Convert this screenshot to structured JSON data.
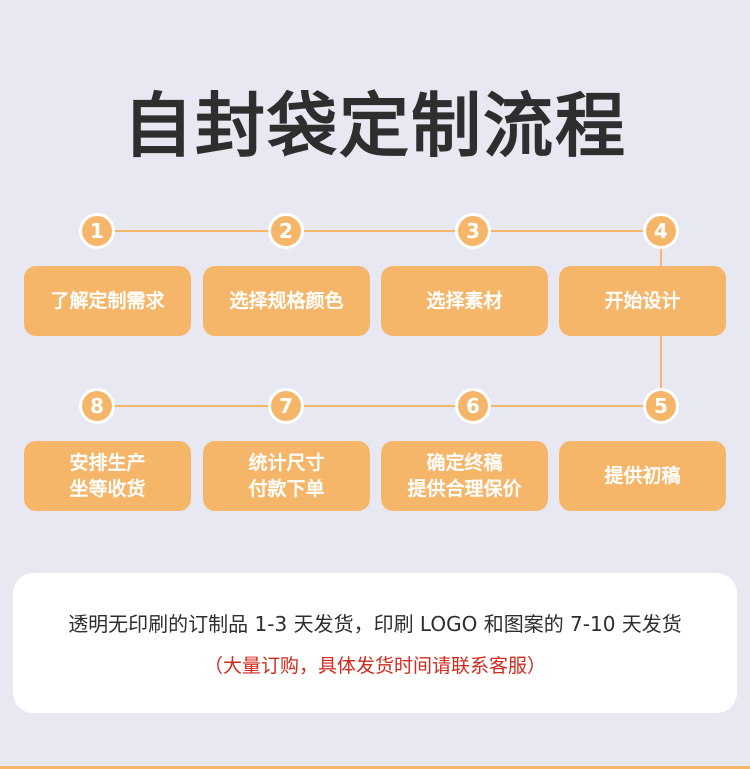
{
  "title": "自封袋定制流程",
  "colors": {
    "accent": "#f6b66a",
    "background": "#e8e8f2",
    "note": "#d22a1c"
  },
  "steps": [
    {
      "number": "1",
      "lines": [
        "了解定制需求"
      ]
    },
    {
      "number": "2",
      "lines": [
        "选择规格颜色"
      ]
    },
    {
      "number": "3",
      "lines": [
        "选择素材"
      ]
    },
    {
      "number": "4",
      "lines": [
        "开始设计"
      ]
    },
    {
      "number": "5",
      "lines": [
        "提供初稿"
      ]
    },
    {
      "number": "6",
      "lines": [
        "确定终稿",
        "提供合理保价"
      ]
    },
    {
      "number": "7",
      "lines": [
        "统计尺寸",
        "付款下单"
      ]
    },
    {
      "number": "8",
      "lines": [
        "安排生产",
        "坐等收货"
      ]
    }
  ],
  "notice": {
    "delivery": "透明无印刷的订制品 1-3 天发货，印刷 LOGO 和图案的 7-10 天发货",
    "note": "（大量订购，具体发货时间请联系客服）"
  }
}
